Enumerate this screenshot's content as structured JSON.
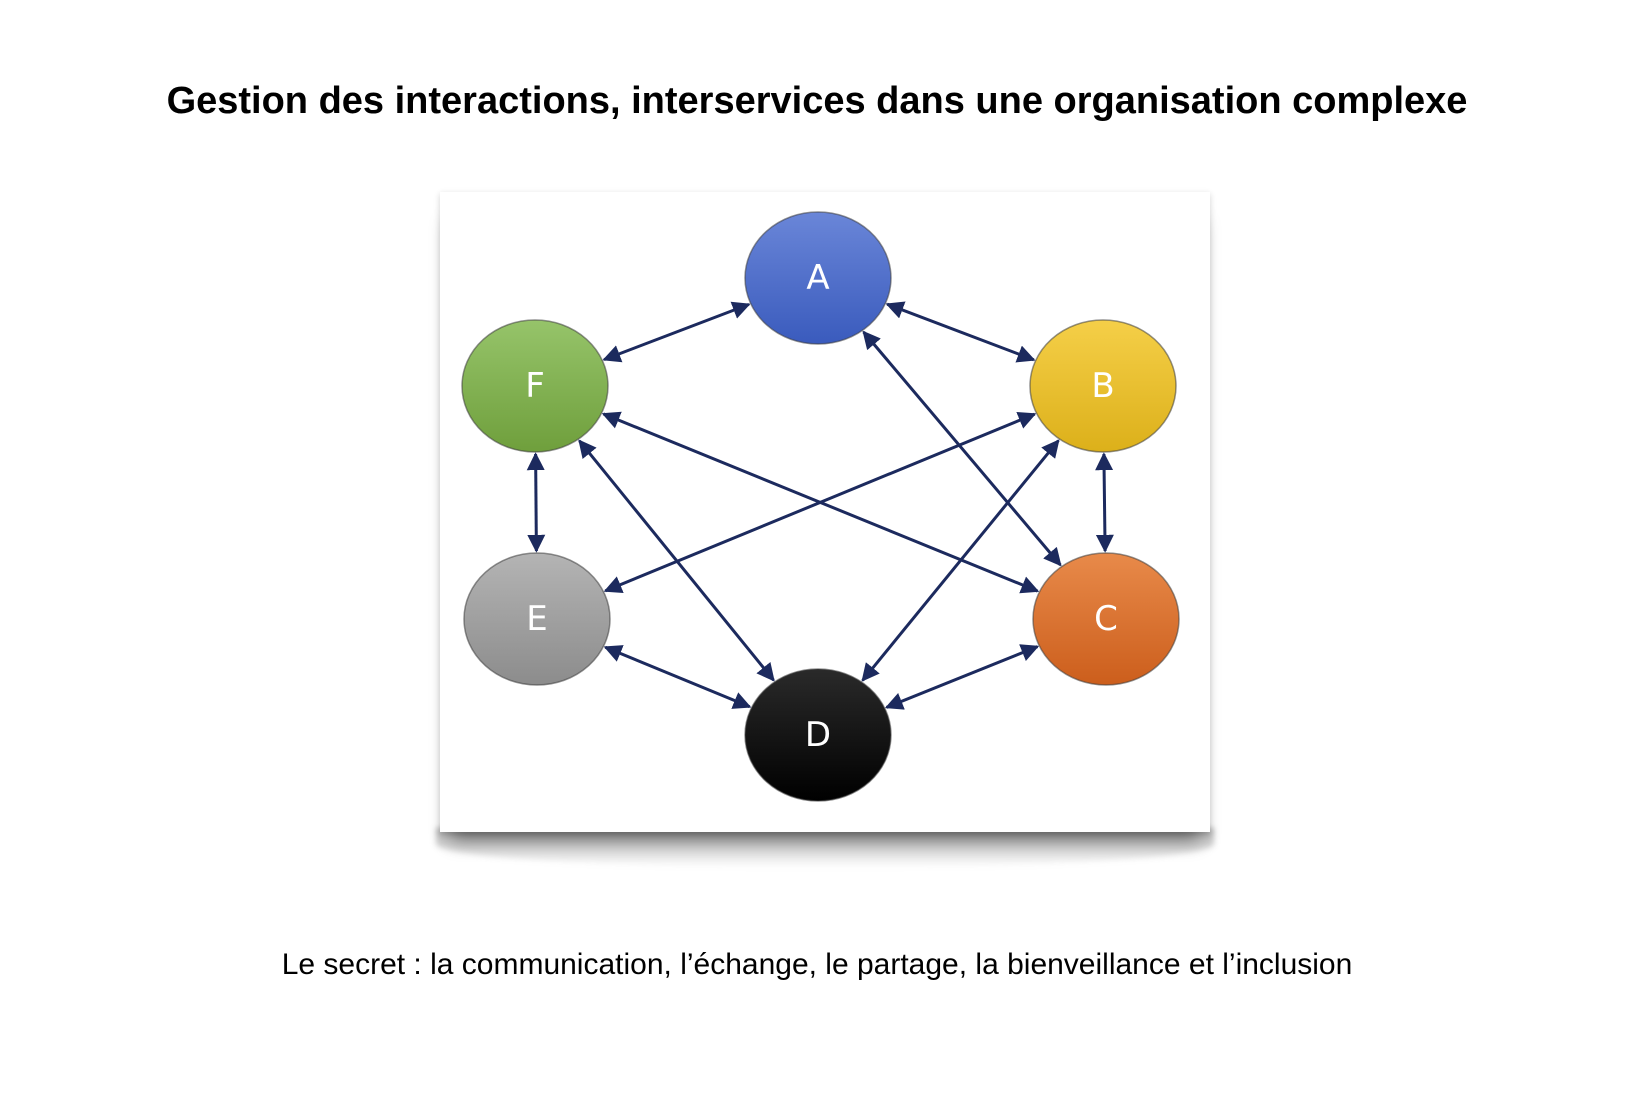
{
  "title": "Gestion des interactions, interservices dans une organisation complexe",
  "caption": "Le secret : la communication, l’échange, le partage, la bienveillance et l’inclusion",
  "diagram": {
    "nodes": [
      {
        "id": "A",
        "label": "A",
        "color_top": "#6a86d8",
        "color_bottom": "#3a5bbd"
      },
      {
        "id": "B",
        "label": "B",
        "color_top": "#f5cf48",
        "color_bottom": "#dcb01a"
      },
      {
        "id": "C",
        "label": "C",
        "color_top": "#e88a4a",
        "color_bottom": "#cc5e1c"
      },
      {
        "id": "D",
        "label": "D",
        "color_top": "#2a2a2a",
        "color_bottom": "#000000"
      },
      {
        "id": "E",
        "label": "E",
        "color_top": "#b4b4b4",
        "color_bottom": "#8c8c8c"
      },
      {
        "id": "F",
        "label": "F",
        "color_top": "#96c46a",
        "color_bottom": "#6f9f3c"
      }
    ],
    "edges": [
      {
        "from": "A",
        "to": "B",
        "bidirectional": true
      },
      {
        "from": "A",
        "to": "F",
        "bidirectional": true
      },
      {
        "from": "A",
        "to": "C",
        "bidirectional": true
      },
      {
        "from": "B",
        "to": "C",
        "bidirectional": true
      },
      {
        "from": "B",
        "to": "E",
        "bidirectional": true
      },
      {
        "from": "B",
        "to": "D",
        "bidirectional": true
      },
      {
        "from": "F",
        "to": "E",
        "bidirectional": true
      },
      {
        "from": "F",
        "to": "C",
        "bidirectional": true
      },
      {
        "from": "F",
        "to": "D",
        "bidirectional": true
      },
      {
        "from": "E",
        "to": "D",
        "bidirectional": true
      },
      {
        "from": "C",
        "to": "D",
        "bidirectional": true
      }
    ],
    "edge_color": "#1c2a5e"
  }
}
